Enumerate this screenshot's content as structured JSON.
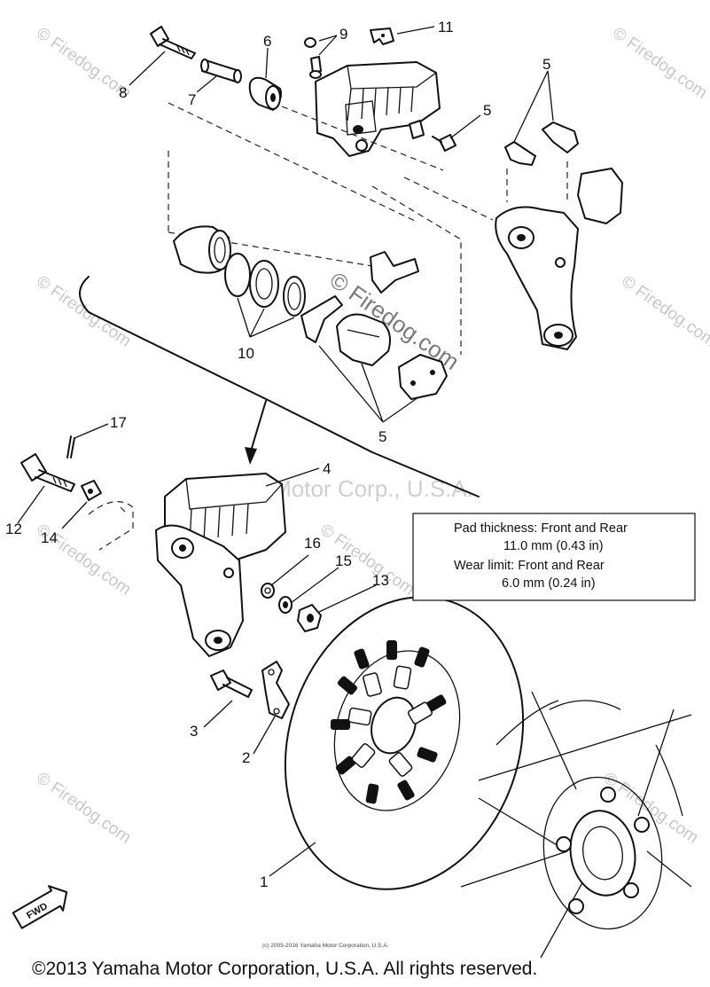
{
  "callouts": {
    "c1": "1",
    "c2": "2",
    "c3": "3",
    "c4": "4",
    "c5a": "5",
    "c5b": "5",
    "c5c": "5",
    "c6": "6",
    "c7": "7",
    "c8": "8",
    "c9": "9",
    "c10": "10",
    "c11": "11",
    "c12": "12",
    "c13": "13",
    "c14": "14",
    "c15": "15",
    "c16": "16",
    "c17": "17"
  },
  "spec_box": {
    "line1": "Pad thickness:  Front and Rear",
    "line2": "11.0 mm (0.43 in)",
    "line3": "Wear limit:  Front and Rear",
    "line4": "6.0 mm (0.24 in)"
  },
  "watermark": {
    "site": "© Firedog.com",
    "center": "© Firedog.com",
    "yamaha": "Yamaha Motor Corp., U.S.A."
  },
  "fwd_label": "FWD",
  "small_credit": "(c) 2005-2016 Yamaha Motor Corporation, U.S.A.",
  "copyright": "©2013 Yamaha Motor Corporation, U.S.A. All rights reserved."
}
